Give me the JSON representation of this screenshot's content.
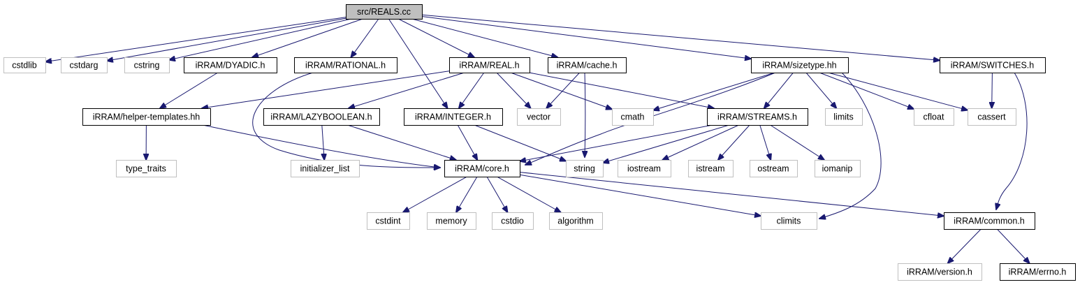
{
  "diagram": {
    "title_node": "src/REALS.cc",
    "colors": {
      "edge": "#191970",
      "root_fill": "#bfbfbf",
      "project_border": "#000000",
      "external_border": "#bfbfbf",
      "external_text": "#404040"
    },
    "nodes": [
      {
        "id": "reals",
        "label": "src/REALS.cc",
        "kind": "root"
      },
      {
        "id": "cstdlib",
        "label": "cstdlib",
        "kind": "external"
      },
      {
        "id": "cstdarg",
        "label": "cstdarg",
        "kind": "external"
      },
      {
        "id": "cstring",
        "label": "cstring",
        "kind": "external"
      },
      {
        "id": "dyadic",
        "label": "iRRAM/DYADIC.h",
        "kind": "project"
      },
      {
        "id": "rational",
        "label": "iRRAM/RATIONAL.h",
        "kind": "project"
      },
      {
        "id": "real",
        "label": "iRRAM/REAL.h",
        "kind": "project"
      },
      {
        "id": "cache",
        "label": "iRRAM/cache.h",
        "kind": "project"
      },
      {
        "id": "sizetype",
        "label": "iRRAM/sizetype.hh",
        "kind": "project"
      },
      {
        "id": "switches",
        "label": "iRRAM/SWITCHES.h",
        "kind": "project"
      },
      {
        "id": "helper",
        "label": "iRRAM/helper-templates.hh",
        "kind": "project"
      },
      {
        "id": "lazybool",
        "label": "iRRAM/LAZYBOOLEAN.h",
        "kind": "project"
      },
      {
        "id": "integer",
        "label": "iRRAM/INTEGER.h",
        "kind": "project"
      },
      {
        "id": "vector",
        "label": "vector",
        "kind": "external"
      },
      {
        "id": "cmath",
        "label": "cmath",
        "kind": "external"
      },
      {
        "id": "streams",
        "label": "iRRAM/STREAMS.h",
        "kind": "project"
      },
      {
        "id": "limits",
        "label": "limits",
        "kind": "external"
      },
      {
        "id": "cfloat",
        "label": "cfloat",
        "kind": "external"
      },
      {
        "id": "cassert",
        "label": "cassert",
        "kind": "external"
      },
      {
        "id": "typetraits",
        "label": "type_traits",
        "kind": "external"
      },
      {
        "id": "initlist",
        "label": "initializer_list",
        "kind": "external"
      },
      {
        "id": "core",
        "label": "iRRAM/core.h",
        "kind": "project"
      },
      {
        "id": "string",
        "label": "string",
        "kind": "external"
      },
      {
        "id": "iostream",
        "label": "iostream",
        "kind": "external"
      },
      {
        "id": "istream",
        "label": "istream",
        "kind": "external"
      },
      {
        "id": "ostream",
        "label": "ostream",
        "kind": "external"
      },
      {
        "id": "iomanip",
        "label": "iomanip",
        "kind": "external"
      },
      {
        "id": "cstdint",
        "label": "cstdint",
        "kind": "external"
      },
      {
        "id": "memory",
        "label": "memory",
        "kind": "external"
      },
      {
        "id": "cstdio",
        "label": "cstdio",
        "kind": "external"
      },
      {
        "id": "algorithm",
        "label": "algorithm",
        "kind": "external"
      },
      {
        "id": "climits",
        "label": "climits",
        "kind": "external"
      },
      {
        "id": "common",
        "label": "iRRAM/common.h",
        "kind": "project"
      },
      {
        "id": "version",
        "label": "iRRAM/version.h",
        "kind": "external"
      },
      {
        "id": "errno",
        "label": "iRRAM/errno.h",
        "kind": "project"
      }
    ],
    "edges": [
      [
        "reals",
        "cstdlib"
      ],
      [
        "reals",
        "cstdarg"
      ],
      [
        "reals",
        "cstring"
      ],
      [
        "reals",
        "dyadic"
      ],
      [
        "reals",
        "rational"
      ],
      [
        "reals",
        "real"
      ],
      [
        "reals",
        "cache"
      ],
      [
        "reals",
        "sizetype"
      ],
      [
        "reals",
        "switches"
      ],
      [
        "reals",
        "integer"
      ],
      [
        "dyadic",
        "helper"
      ],
      [
        "rational",
        "core"
      ],
      [
        "real",
        "helper"
      ],
      [
        "real",
        "lazybool"
      ],
      [
        "real",
        "integer"
      ],
      [
        "real",
        "vector"
      ],
      [
        "real",
        "cmath"
      ],
      [
        "real",
        "streams"
      ],
      [
        "cache",
        "vector"
      ],
      [
        "cache",
        "string"
      ],
      [
        "sizetype",
        "core"
      ],
      [
        "sizetype",
        "cmath"
      ],
      [
        "sizetype",
        "streams"
      ],
      [
        "sizetype",
        "limits"
      ],
      [
        "sizetype",
        "climits"
      ],
      [
        "sizetype",
        "cfloat"
      ],
      [
        "sizetype",
        "cassert"
      ],
      [
        "switches",
        "cassert"
      ],
      [
        "switches",
        "common"
      ],
      [
        "helper",
        "typetraits"
      ],
      [
        "helper",
        "core"
      ],
      [
        "lazybool",
        "initlist"
      ],
      [
        "lazybool",
        "core"
      ],
      [
        "integer",
        "core"
      ],
      [
        "integer",
        "string"
      ],
      [
        "streams",
        "core"
      ],
      [
        "streams",
        "string"
      ],
      [
        "streams",
        "iostream"
      ],
      [
        "streams",
        "istream"
      ],
      [
        "streams",
        "ostream"
      ],
      [
        "streams",
        "iomanip"
      ],
      [
        "core",
        "cstdint"
      ],
      [
        "core",
        "memory"
      ],
      [
        "core",
        "cstdio"
      ],
      [
        "core",
        "algorithm"
      ],
      [
        "core",
        "climits"
      ],
      [
        "core",
        "common"
      ],
      [
        "common",
        "version"
      ],
      [
        "common",
        "errno"
      ]
    ]
  }
}
